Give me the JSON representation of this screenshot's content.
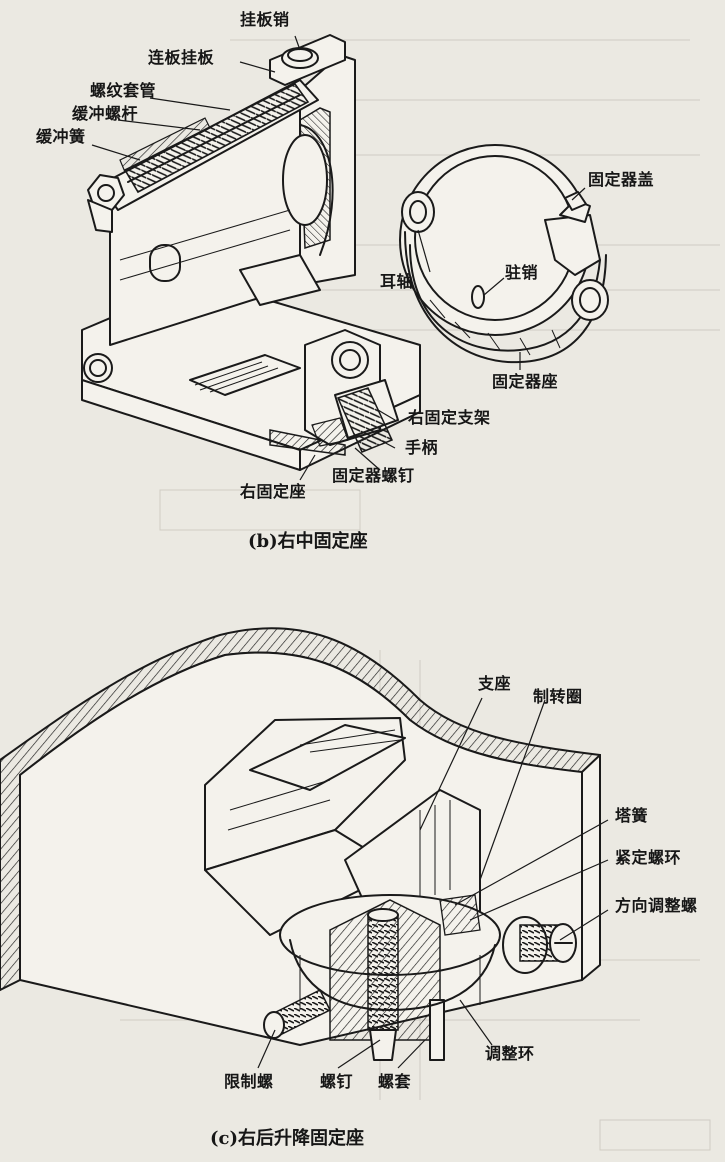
{
  "figure_b": {
    "caption": "(b)右中固定座",
    "labels": {
      "hang_pin": "挂板销",
      "link_plate": "连板挂板",
      "threaded_sleeve": "螺纹套管",
      "buffer_screw": "缓冲螺杆",
      "buffer_spring": "缓冲簧",
      "fixer_cover": "固定器盖",
      "ear_axle": "耳轴",
      "stop_pin": "驻销",
      "fixer_seat": "固定器座",
      "right_fixed_bracket": "右固定支架",
      "handle": "手柄",
      "fixer_screw": "固定器螺钉",
      "right_fixed_seat": "右固定座"
    }
  },
  "figure_c": {
    "caption": "(c)右后升降固定座",
    "labels": {
      "support_seat": "支座",
      "brake_ring": "制转圈",
      "tower_spring": "塔簧",
      "lock_nut_ring": "紧定螺环",
      "direction_screw": "方向调整螺",
      "adjust_ring": "调整环",
      "limit_screw": "限制螺",
      "screw": "螺钉",
      "screw_sleeve": "螺套"
    }
  }
}
